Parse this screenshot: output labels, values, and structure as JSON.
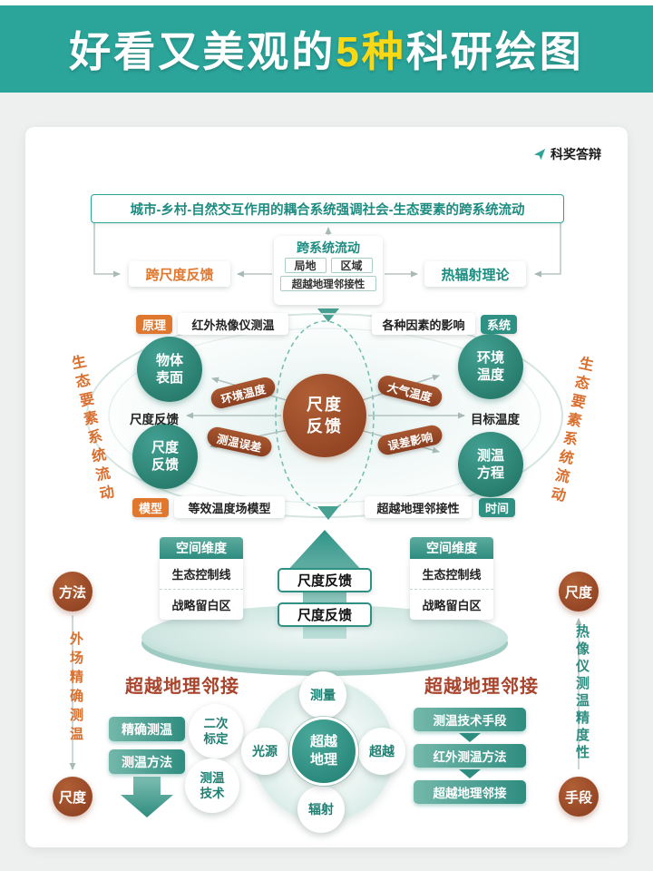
{
  "header": {
    "prefix": "好看又美观的",
    "highlight": "5种",
    "suffix": "科研绘图"
  },
  "brand": {
    "name": "科奖答辩"
  },
  "top": {
    "banner": "城市-乡村-自然交互作用的耦合系统强调社会-生态要素的跨系统流动",
    "left_node": "跨尺度反馈",
    "right_node": "热辐射理论",
    "flow_title": "跨系统流动",
    "flow_local": "局地",
    "flow_region": "区域",
    "flow_beyond": "超越地理邻接性"
  },
  "ellipse": {
    "center_l1": "尺度",
    "center_l2": "反馈",
    "tag_principle": "原理",
    "box_tl": "红外热像仪测温",
    "box_tr": "各种因素的影响",
    "tag_system": "系统",
    "tag_model": "模型",
    "box_bl": "等效温度场模型",
    "box_br": "超越地理邻接性",
    "tag_time": "时间",
    "c_tl_l1": "物体",
    "c_tl_l2": "表面",
    "c_tr_l1": "环境",
    "c_tr_l2": "温度",
    "c_bl_l1": "尺度",
    "c_bl_l2": "反馈",
    "c_br_l1": "测温",
    "c_br_l2": "方程",
    "pill_tl": "环境温度",
    "pill_tr": "大气温度",
    "pill_bl": "测温误差",
    "pill_br": "误差影响",
    "label_left": "尺度反馈",
    "label_right": "目标温度",
    "arc_left": "生态要素系统流动",
    "arc_right": "生态要素系统流动"
  },
  "mid": {
    "panel_title": "空间维度",
    "row1": "生态控制线",
    "row2": "战略留白区",
    "feedback": "尺度反馈"
  },
  "rails": {
    "left_top": "方法",
    "left_text": "外场精确测温",
    "left_bottom": "尺度",
    "right_top": "尺度",
    "right_text": "热像仪测温精度性",
    "right_bottom": "手段"
  },
  "bl": {
    "title": "超越地理邻接",
    "pill1": "精确测温",
    "pill2": "测温方法",
    "c1_l1": "二次",
    "c1_l2": "标定",
    "c2_l1": "测温",
    "c2_l2": "技术"
  },
  "bc": {
    "top": "测量",
    "left": "光源",
    "right": "超越",
    "bottom": "辐射",
    "center_l1": "超越",
    "center_l2": "地理"
  },
  "br": {
    "title": "超越地理邻接",
    "pill1": "测温技术手段",
    "pill2": "红外测温方法",
    "pill3": "超越地理邻接"
  },
  "colors": {
    "teal": "#2ba49a",
    "brown": "#9c4b2b",
    "orange": "#e0772e",
    "yellow": "#f9d915"
  }
}
